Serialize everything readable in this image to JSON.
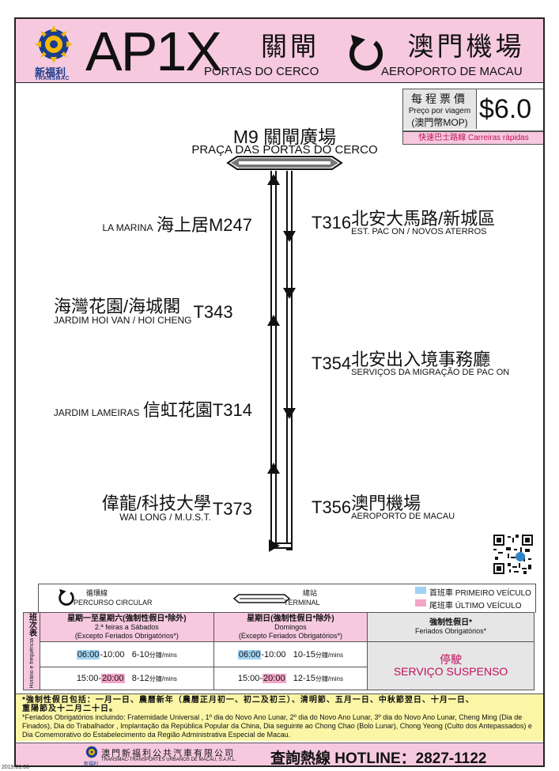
{
  "header": {
    "company_cn": "新福利",
    "company_en": "TRANSMAC",
    "route": "AP1X",
    "from_cn": "關閘",
    "from_pt": "PORTAS DO CERCO",
    "to_cn": "澳門機場",
    "to_pt": "AEROPORTO DE MACAU"
  },
  "fare": {
    "label_cn": "每程票價",
    "label_pt": "Preço por viagem",
    "currency": "(澳門幣MOP)",
    "price": "$6.0",
    "express": "快速巴士路線 Carreiras rápidas"
  },
  "terminal": {
    "cn": "M9 關閘廣場",
    "pt": "PRAÇA DAS PORTAS DO CERCO"
  },
  "stops_left": [
    {
      "pt": "LA MARINA",
      "cn": "海上居",
      "code": "M247"
    },
    {
      "cn": "海灣花園/海城閣",
      "pt": "JARDIM HOI VAN / HOI CHENG",
      "code": "T343"
    },
    {
      "pt": "JARDIM LAMEIRAS",
      "cn": "信虹花園",
      "code": "T314"
    },
    {
      "cn": "偉龍/科技大學",
      "pt": "WAI LONG / M.U.S.T.",
      "code": "T373"
    }
  ],
  "stops_right": [
    {
      "code": "T316",
      "cn": "北安大馬路/新城區",
      "pt": "EST. PAC ON / NOVOS ATERROS"
    },
    {
      "code": "T354",
      "cn": "北安出入境事務廳",
      "pt": "SERVIÇOS DA MIGRAÇÃO DE PAC ON"
    },
    {
      "code": "T356",
      "cn": "澳門機場",
      "pt": "AEROPORTO DE MACAU"
    }
  ],
  "legend": {
    "circular_cn": "循環線",
    "circular_pt": "PERCURSO CIRCULAR",
    "terminal_cn": "總站",
    "terminal_pt": "TERMINAL",
    "first_label": "首班車 PRIMEIRO VEÍCULO",
    "last_label": "尾班車 ÚLTIMO VEÍCULO",
    "colors": {
      "first": "#9fd3f2",
      "last": "#f3a5c7"
    }
  },
  "schedule": {
    "side_label_cn": "班次表",
    "side_label_pt": "Horário e frequência",
    "col1_cn": "星期一至星期六(強制性假日*除外)",
    "col1_pt1": "2.ª feiras a Sábados",
    "col1_pt2": "(Excepto Feriados Obrigatórios*)",
    "col2_cn": "星期日(強制性假日*除外)",
    "col2_pt1": "Domingos",
    "col2_pt2": "(Excepto Feriados Obrigatórios*)",
    "col3_cn": "強制性假日*",
    "col3_pt": "Feriados Obrigatórios*",
    "weekday_first": "06:00",
    "weekday_first_rest": "-10:00",
    "weekday_morning_freq": "6-10",
    "weekday_eve_start": "15:00-",
    "weekday_last": "20:00",
    "weekday_eve_freq": "8-12",
    "sunday_first": "06:00",
    "sunday_first_rest": "-10:00",
    "sunday_morning_freq": "10-15",
    "sunday_eve_start": "15:00-",
    "sunday_last": "20:00",
    "sunday_eve_freq": "12-15",
    "freq_unit": "分鐘/mins",
    "suspended_cn": "停駛",
    "suspended_pt": "SERVIÇO SUSPENSO"
  },
  "notes": {
    "cn_line1": "*強制性假日包括：一月一日、農曆新年（農曆正月初一、初二及初三）、清明節、五月一日、中秋節翌日、十月一日、",
    "cn_line2": "重陽節及十二月二十日。",
    "pt_line": "*Feriados Obrigatórios incluindo: Fraternidade Universal , 1º dia do Novo Ano Lunar, 2º dia do Novo Ano Lunar, 3º dia do Novo Ano Lunar, Cheng Ming (Dia de Finados), Dia do Trabalhador , Implantação da República Popular da China, Dia seguinte ao Chong Chao (Bolo Lunar), Chong Yeong (Culto dos Antepassados) e Dia Comemorativo do Estabelecimento da Região Administrativa Especial de Macau."
  },
  "footer": {
    "company_cn": "澳門新福利公共汽車有限公司",
    "company_pt": "TRANSMAC-TRANSPORTES URBANOS DE MACAU, S.A.R.L.",
    "logo_label": "新福利",
    "hotline": "查詢熱線 HOTLINE：2827-1122"
  },
  "date_tag": "2019.01.06"
}
